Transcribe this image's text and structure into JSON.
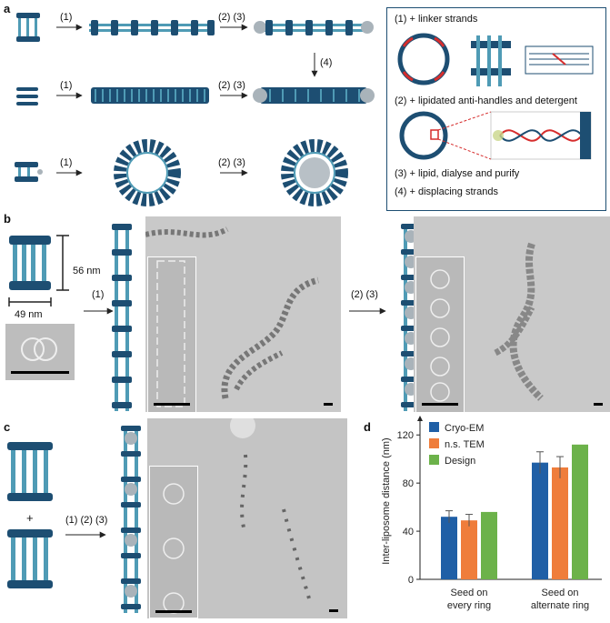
{
  "panel_labels": {
    "a": "a",
    "b": "b",
    "c": "c",
    "d": "d"
  },
  "panel_a": {
    "steps": [
      "(1)",
      "(2) (3)",
      "(1)",
      "(2) (3)",
      "(1)",
      "(2) (3)"
    ],
    "step_down": "(4)"
  },
  "legend": {
    "line1": "(1) + linker strands",
    "line2": "(2) + lipidated anti-handles and detergent",
    "line3": "(3) + lipid, dialyse and purify",
    "line4": "(4) + displacing strands"
  },
  "panel_b": {
    "height_label": "56 nm",
    "width_label": "49 nm",
    "step1": "(1)",
    "step2": "(2) (3)"
  },
  "panel_c": {
    "plus": "+",
    "step": "(1) (2) (3)"
  },
  "colors": {
    "dark_blue": "#1d4e72",
    "teal": "#4f9bb5",
    "cryo_em": "#1f5fa6",
    "ns_tem": "#ef7d3b",
    "design": "#6cb24a"
  },
  "chart_data": {
    "type": "bar",
    "ylabel": "Inter-liposome distance (nm)",
    "ylim": [
      0,
      130
    ],
    "yticks": [
      0,
      40,
      80,
      120
    ],
    "categories": [
      {
        "line1": "Seed on",
        "line2": "every ring"
      },
      {
        "line1": "Seed on",
        "line2": "alternate ring"
      }
    ],
    "series": [
      {
        "name": "Cryo-EM",
        "values": [
          52,
          97
        ],
        "errors": [
          5,
          9
        ]
      },
      {
        "name": "n.s. TEM",
        "values": [
          49,
          93
        ],
        "errors": [
          5,
          9
        ]
      },
      {
        "name": "Design",
        "values": [
          56,
          112
        ],
        "errors": [
          0,
          0
        ]
      }
    ],
    "legend_position": "top-left"
  }
}
